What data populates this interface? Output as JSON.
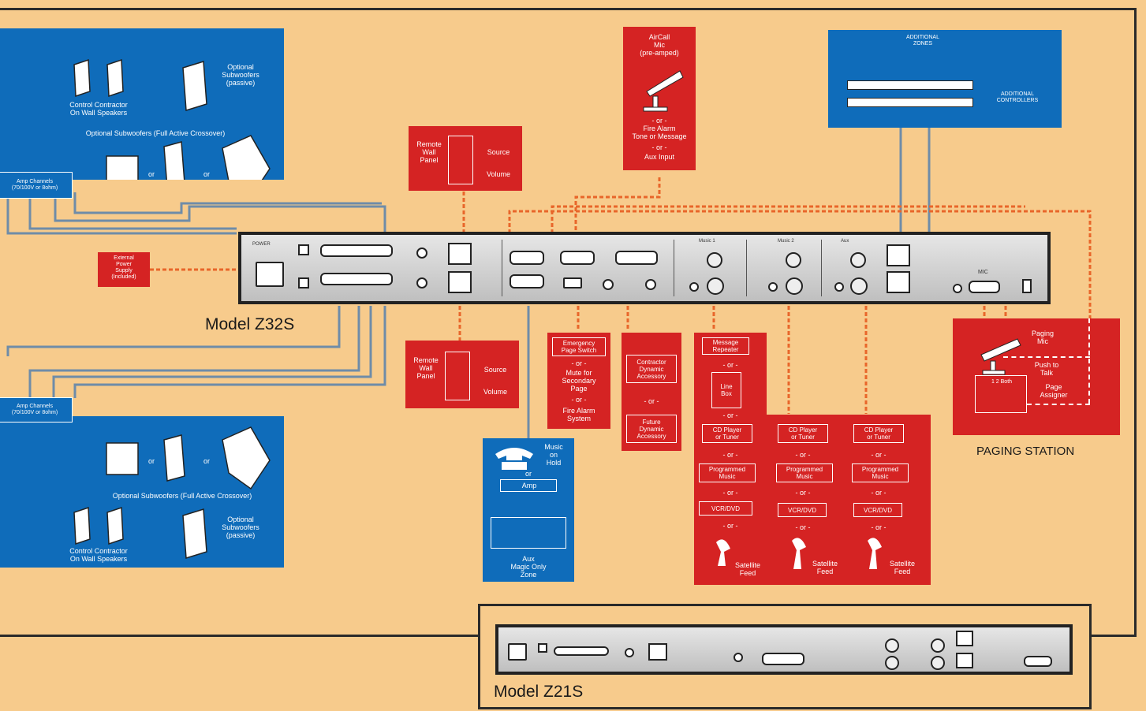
{
  "speaker_groups": {
    "top": {
      "speaker_label": "Control Contractor\nOn Wall Speakers",
      "passive_label": "Optional\nSubwoofers\n(passive)",
      "active_label": "Optional Subwoofers  (Full Active Crossover)",
      "amp_label": "Amp Channels\n(70/100V or 8ohm)",
      "or_words": [
        "or",
        "or"
      ]
    },
    "bottom": {
      "speaker_label": "Control Contractor\nOn Wall Speakers",
      "passive_label": "Optional\nSubwoofers\n(passive)",
      "active_label": "Optional Subwoofers  (Full Active Crossover)",
      "amp_label": "Amp Channels\n(70/100V or 8ohm)",
      "or_words": [
        "or",
        "or"
      ]
    }
  },
  "external_power": "External\nPower\nSupply\n(Included)",
  "remote_panels": [
    {
      "title": "Remote\nWall\nPanel",
      "source": "Source",
      "volume": "Volume"
    },
    {
      "title": "Remote\nWall\nPanel",
      "source": "Source",
      "volume": "Volume"
    }
  ],
  "aircall": {
    "title": "AirCall\nMic\n(pre-amped)",
    "or1": "- or -",
    "fire": "Fire Alarm\nTone or Message",
    "or2": "- or -",
    "aux": "Aux Input"
  },
  "additional": {
    "zones": "ADDITIONAL\nZONES",
    "controllers": "ADDITIONAL\nCONTROLLERS"
  },
  "emergency": {
    "page_switch": "Emergency\nPage Switch",
    "or1": "- or -",
    "mute": "Mute for\nSecondary\nPage",
    "or2": "- or -",
    "fire": "Fire Alarm\nSystem"
  },
  "dynamic_accessories": {
    "a": "Contractor\nDynamic\nAccessory",
    "or": "- or -",
    "b": "Future\nDynamic\nAccessory"
  },
  "phone": {
    "label": "Music\non\nHold",
    "or": "or",
    "amp": "Amp",
    "zone": "Aux\nMagic Only\nZone"
  },
  "sources": {
    "message_repeater": "Message\nRepeater",
    "or": "- or -",
    "line_box": "Line\nBox",
    "cd_player": "CD Player\nor Tuner",
    "programmed": "Programmed\nMusic",
    "vcr": "VCR/DVD",
    "satellite": "Satellite\nFeed"
  },
  "paging_station": {
    "title": "PAGING STATION",
    "mic": "Paging\nMic",
    "ptt": "Push to\nTalk",
    "assigner": "Page\nAssigner",
    "digits": "1  2  Both"
  },
  "models": {
    "z32s": "Model Z32S",
    "z21s": "Model Z21S"
  },
  "panel_labels": {
    "power": "POWER",
    "mic": "MIC",
    "zone1": "Music 1",
    "zone2": "Music 2",
    "zone3": "Aux"
  },
  "colors": {
    "background": "#f7cb8c",
    "blue": "#0f6cba",
    "red": "#d52323",
    "wire_gray": "#8a8a8a",
    "wire_orange": "#e8662a"
  }
}
